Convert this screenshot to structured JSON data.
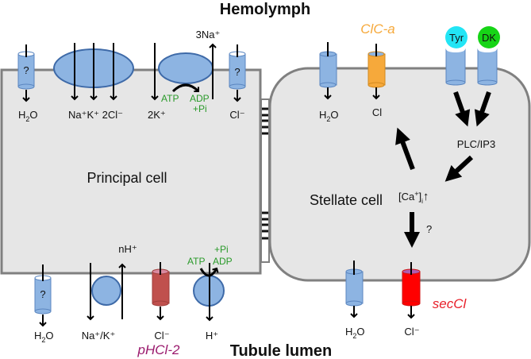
{
  "titles": {
    "top": "Hemolymph",
    "bottom": "Tubule lumen"
  },
  "cells": {
    "principal": "Principal cell",
    "stellate": "Stellate cell"
  },
  "principal_apical": {
    "water_channel_label": "?",
    "water": "H",
    "water_sub": "2",
    "water_end": "O",
    "cotransporter": "Na⁺K⁺ 2Cl⁻",
    "pump_k": "2K⁺",
    "pump_na": "3Na⁺",
    "atp": "ATP",
    "adp": "ADP",
    "pi": "+Pi",
    "cl_channel_label": "?",
    "cl": "Cl⁻"
  },
  "principal_basal": {
    "water_channel_label": "?",
    "water": "H",
    "water_sub": "2",
    "water_end": "O",
    "exchanger_ions": "Na⁺/K⁺",
    "exchanger_h": "nH⁺",
    "cl": "Cl⁻",
    "cl_channel_name": "pHCl-2",
    "vatpase_h": "H⁺",
    "atp": "ATP",
    "adp": "ADP",
    "pi": "+Pi"
  },
  "stellate_apical": {
    "water": "H",
    "water_sub": "2",
    "water_end": "O",
    "cl": "Cl",
    "clc_name": "ClC-a",
    "receptor_tyr": "Tyr",
    "receptor_dk": "DK",
    "plc": "PLC/IP3",
    "calcium_open": "[Ca",
    "calcium_sup": "+",
    "calcium_close": "]",
    "calcium_sub": "i",
    "calcium_arrow": "↑",
    "unknown_link": "?"
  },
  "stellate_basal": {
    "water": "H",
    "water_sub": "2",
    "water_end": "O",
    "cl": "Cl⁻",
    "channel_name": "secCl"
  },
  "colors": {
    "cell_fill": "#e6e6e6",
    "cell_stroke": "#808080",
    "channel_blue": "#8db4e2",
    "channel_blue_stroke": "#5b86c0",
    "clc_orange": "#f6a93b",
    "phcl_red": "#c0504d",
    "seccl_red": "#ff0000",
    "tyr_cyan": "#22e5f5",
    "dk_green": "#16d416",
    "label_orange": "#f6a93b",
    "label_purple": "#9b1b6e",
    "label_red": "#e8202a",
    "energy_green": "#2a9a2a"
  }
}
